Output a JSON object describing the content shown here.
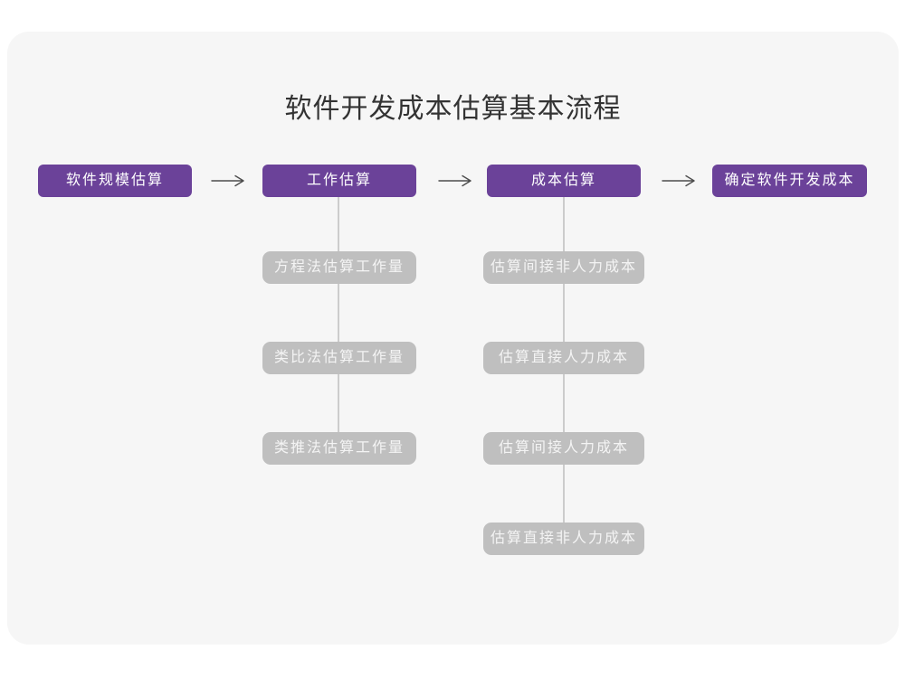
{
  "title": "软件开发成本估算基本流程",
  "colors": {
    "accent_purple": "#6b4299",
    "sub_node_gray": "#bfbfbf",
    "card_background": "#f6f6f6",
    "connector_line": "#cccccc",
    "arrow": "#4d4d4d"
  },
  "flow": {
    "main_nodes": [
      {
        "label": "软件规模估算"
      },
      {
        "label": "工作估算"
      },
      {
        "label": "成本估算"
      },
      {
        "label": "确定软件开发成本"
      }
    ],
    "work_estimation_methods": [
      "方程法估算工作量",
      "类比法估算工作量",
      "类推法估算工作量"
    ],
    "cost_estimation_steps": [
      "估算间接非人力成本",
      "估算直接人力成本",
      "估算间接人力成本",
      "估算直接非人力成本"
    ]
  },
  "icons": {
    "arrow_right": "arrow-right-icon"
  }
}
